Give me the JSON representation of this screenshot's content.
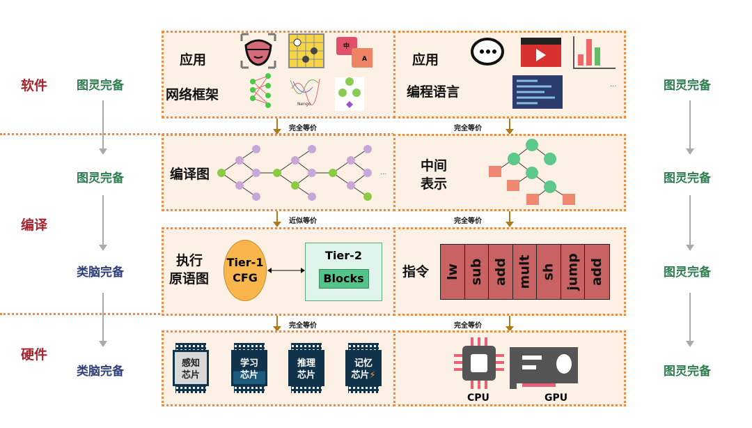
{
  "layers": {
    "software": "软件",
    "compile": "编译",
    "hardware": "硬件"
  },
  "left_labels": [
    "图灵完备",
    "图灵完备",
    "类脑完备",
    "类脑完备"
  ],
  "right_labels": [
    "图灵完备",
    "图灵完备",
    "图灵完备",
    "图灵完备"
  ],
  "panels": {
    "app_left": "应用",
    "framework": "网络框架",
    "nengo": "Nengo",
    "app_right": "应用",
    "prog_lang": "编程语言",
    "ellipsis": "...",
    "compile_graph": "编译图",
    "ir_line1": "中间",
    "ir_line2": "表示",
    "exec_line1": "执行",
    "exec_line2": "原语图",
    "tier1_line1": "Tier-1",
    "tier1_line2": "CFG",
    "tier2": "Tier-2",
    "blocks": "Blocks",
    "instr_label": "指令",
    "instructions": [
      "lw",
      "sub",
      "add",
      "mult",
      "sh",
      "jump",
      "add"
    ],
    "chips": [
      [
        "感知",
        "芯片"
      ],
      [
        "学习",
        "芯片"
      ],
      [
        "推理",
        "芯片"
      ],
      [
        "记忆",
        "芯片"
      ]
    ],
    "cpu": "CPU",
    "gpu": "GPU",
    "translate_zh": "中",
    "translate_a": "A"
  },
  "equivalence": {
    "r1_left": "完全等价",
    "r1_right": "完全等价",
    "r2_left": "近似等价",
    "r2_right": "完全等价",
    "r3_left": "完全等价",
    "r3_right": "完全等价"
  },
  "colors": {
    "border": "#f08a3c",
    "panel_bg": "#fdf1e6",
    "turing": "#2e7d4f",
    "brain": "#2f3e78",
    "layer": "#a3242c"
  }
}
